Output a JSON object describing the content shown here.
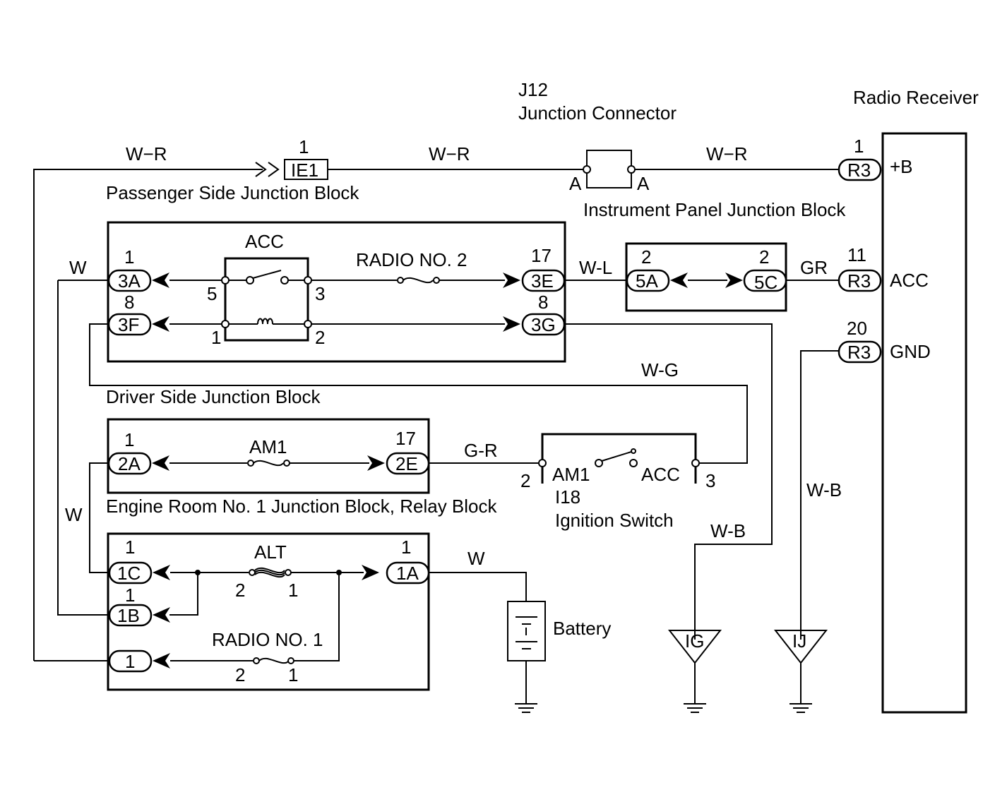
{
  "labels": {
    "j12_code": "J12",
    "j12_name": "Junction Connector",
    "radio_receiver": "Radio Receiver",
    "passenger_jb": "Passenger Side Junction Block",
    "instrument_jb": "Instrument Panel Junction Block",
    "driver_jb": "Driver Side Junction Block",
    "engine_jb": "Engine Room No. 1 Junction Block, Relay Block",
    "ignition_code": "I18",
    "ignition_name": "Ignition Switch",
    "battery": "Battery"
  },
  "wire_colors": {
    "wr": "W−R",
    "w": "W",
    "wl": "W-L",
    "gr": "GR",
    "gr2": "G-R",
    "wg": "W-G",
    "wb": "W-B"
  },
  "connectors": {
    "ie1": "IE1",
    "r3": "R3",
    "c3a": "3A",
    "c3f": "3F",
    "c3e": "3E",
    "c3g": "3G",
    "c5a": "5A",
    "c5c": "5C",
    "c2a": "2A",
    "c2e": "2E",
    "c1c": "1C",
    "c1b": "1B",
    "c1": "1",
    "c1a": "1A",
    "j12_a": "A"
  },
  "pins": {
    "p1": "1",
    "p2": "2",
    "p3": "3",
    "p5": "5",
    "p8": "8",
    "p11": "11",
    "p17": "17",
    "p20": "20"
  },
  "components": {
    "acc_relay": "ACC",
    "radio2_fuse": "RADIO NO. 2",
    "am1_fuse": "AM1",
    "alt_fuse": "ALT",
    "radio1_fuse": "RADIO NO. 1",
    "ign_am1": "AM1",
    "ign_acc": "ACC"
  },
  "terminals": {
    "plus_b": "+B",
    "acc": "ACC",
    "gnd": "GND"
  },
  "grounds": {
    "ig": "IG",
    "ij": "IJ"
  }
}
